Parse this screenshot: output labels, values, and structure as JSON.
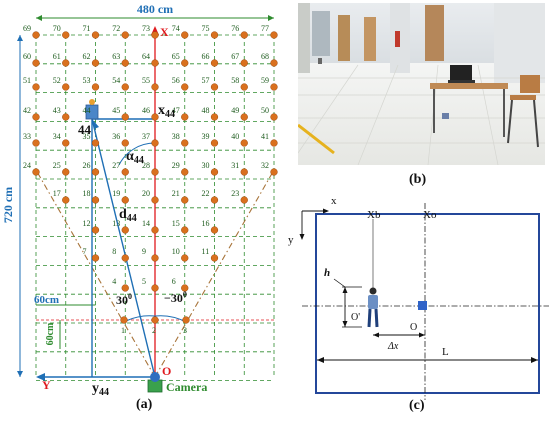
{
  "panel_a": {
    "width_label": "480 cm",
    "height_label": "720 cm",
    "spacing_h_label": "60cm",
    "spacing_v_label": "60cm",
    "point_44_label": "44",
    "x_axis_label": "X",
    "y_axis_label": "Y",
    "origin_label": "O",
    "x44_label": "x",
    "x44_sub": "44",
    "y44_label": "y",
    "y44_sub": "44",
    "d44_label": "d",
    "d44_sub": "44",
    "alpha44_label": "α",
    "alpha44_sub": "44",
    "angle_left_label": "30",
    "angle_right_label": "−30",
    "angle_sup": "0",
    "camera_label": "Camera",
    "caption": "(a)",
    "grid_rows": [
      [
        "69",
        "70",
        "71",
        "72",
        "73",
        "74",
        "75",
        "76",
        "77"
      ],
      [
        "60",
        "61",
        "62",
        "63",
        "64",
        "65",
        "66",
        "67",
        "68"
      ],
      [
        "51",
        "52",
        "53",
        "54",
        "55",
        "56",
        "57",
        "58",
        "59"
      ],
      [
        "42",
        "43",
        "44",
        "45",
        "46",
        "47",
        "48",
        "49",
        "50"
      ],
      [
        "33",
        "34",
        "35",
        "36",
        "37",
        "38",
        "39",
        "40",
        "41"
      ],
      [
        "24",
        "25",
        "26",
        "27",
        "28",
        "29",
        "30",
        "31",
        "32"
      ],
      [
        "17",
        "18",
        "19",
        "20",
        "21",
        "22",
        "23"
      ],
      [
        "12",
        "13",
        "14",
        "15",
        "16"
      ],
      [
        "7",
        "8",
        "9",
        "10",
        "11"
      ],
      [
        "4",
        "5",
        "6"
      ],
      [
        "1",
        "2",
        "3"
      ]
    ],
    "colors": {
      "grid": "#2e8b2e",
      "blue": "#1f6fb5",
      "point": "#d9701e",
      "axis_red": "#e0191e",
      "number": "#1e5c1e",
      "fov": "#a8743a"
    }
  },
  "panel_b": {
    "caption": "(b)"
  },
  "panel_c": {
    "x_label": "x",
    "y_label": "y",
    "xb_label": "Xb",
    "xo_label": "Xo",
    "h_label": "h",
    "o_prime_label": "O'",
    "o_label": "O",
    "dx_label": "Δx",
    "l_label": "L",
    "caption": "(c)",
    "colors": {
      "frame": "#24479a",
      "marker": "#2f63c8"
    }
  }
}
